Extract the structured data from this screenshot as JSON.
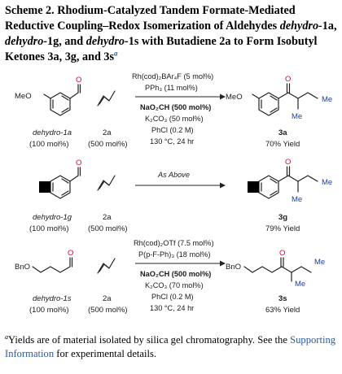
{
  "caption": {
    "lead": "Scheme 2. Rhodium-Catalyzed Tandem Formate-Mediated Reductive Coupling–Redox Isomerization of Aldehydes",
    "sub1": "dehydro-",
    "sub1_num": "1a",
    "sep1": ", ",
    "sub2": "dehydro-",
    "sub2_num": "1g",
    "sep2": ", and ",
    "sub3": "dehydro-",
    "sub3_num": "1s",
    "tail": " with Butadiene 2a to Form Isobutyl Ketones 3a, 3g, and 3s",
    "note": "a"
  },
  "rows": [
    {
      "substrate_name": "dehydro-1a",
      "substrate_amount": "(100 mol%)",
      "substrate_group": "MeO",
      "diene_name": "2a",
      "diene_amount": "(500 mol%)",
      "conditions": [
        "Rh(cod)₂BAr₄F (5 mol%)",
        "PPh₃ (11 mol%)",
        "NaO₂CH (500 mol%)",
        "K₂CO₃ (50 mol%)",
        "PhCl (0.2 M)",
        "130 °C, 24 hr"
      ],
      "product_group": "MeO",
      "product_name": "3a",
      "yield": "70% Yield"
    },
    {
      "substrate_name": "dehydro-1g",
      "substrate_amount": "(100 mol%)",
      "diene_name": "2a",
      "diene_amount": "(500 mol%)",
      "conditions": [
        "As Above"
      ],
      "product_name": "3g",
      "yield": "79% Yield"
    },
    {
      "substrate_name": "dehydro-1s",
      "substrate_amount": "(100 mol%)",
      "substrate_group": "BnO",
      "diene_name": "2a",
      "diene_amount": "(500 mol%)",
      "conditions": [
        "Rh(cod)₂OTf (7.5 mol%)",
        "P(p-F-Ph)₃ (18 mol%)",
        "NaO₂CH (500 mol%)",
        "K₂CO₃ (70 mol%)",
        "PhCl (0.2 M)",
        "130 °C, 24 hr"
      ],
      "product_group": "BnO",
      "product_name": "3s",
      "yield": "63% Yield"
    }
  ],
  "atoms": {
    "oxygen": "O",
    "methyl": "Me"
  },
  "footnote": {
    "note": "a",
    "text1": "Yields are of material isolated by silica gel chromatography. See the ",
    "link": "Supporting Information",
    "text2": " for experimental details."
  },
  "colors": {
    "oxygen": "#c8102e",
    "methyl": "#1f3f99",
    "link": "#2a5d9f"
  }
}
